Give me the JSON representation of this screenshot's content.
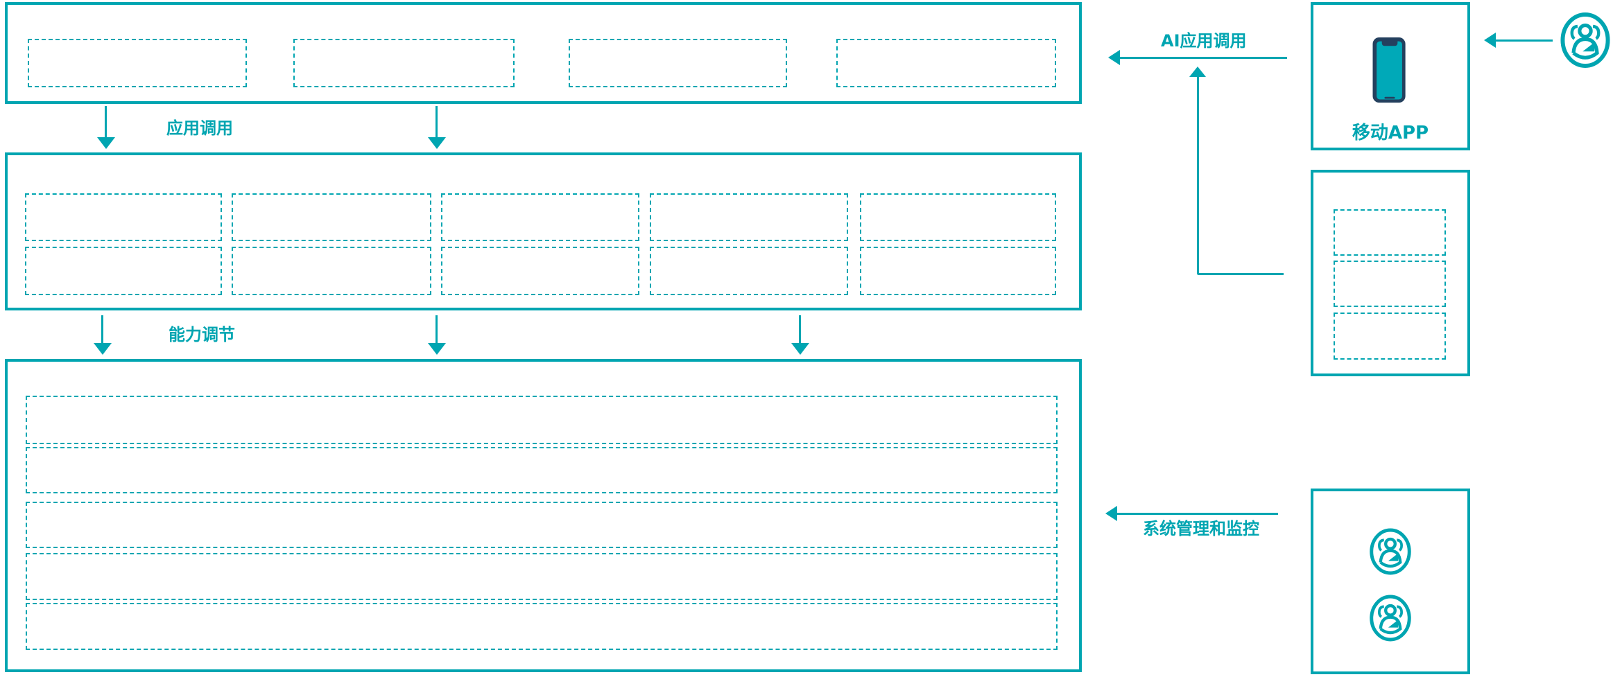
{
  "diagram": {
    "colors": {
      "accent": "#00a5b1",
      "phone_frame": "#24405e",
      "phone_screen": "#00a9b8"
    },
    "labels": {
      "app_call": "应用调用",
      "capability_adjust": "能力调节",
      "ai_app_call": "AI应用调用",
      "system_mgmt": "系统管理和监控",
      "mobile_app": "移动APP"
    },
    "layers": {
      "app_layer_placeholder_count": 4,
      "capability_layer_rows": 2,
      "capability_layer_cols": 5,
      "platform_layer_row_count": 5,
      "integration_box_placeholder_count": 3,
      "admin_box_user_icon_count": 2
    },
    "icons": [
      "smartphone-icon",
      "users-icon"
    ]
  }
}
